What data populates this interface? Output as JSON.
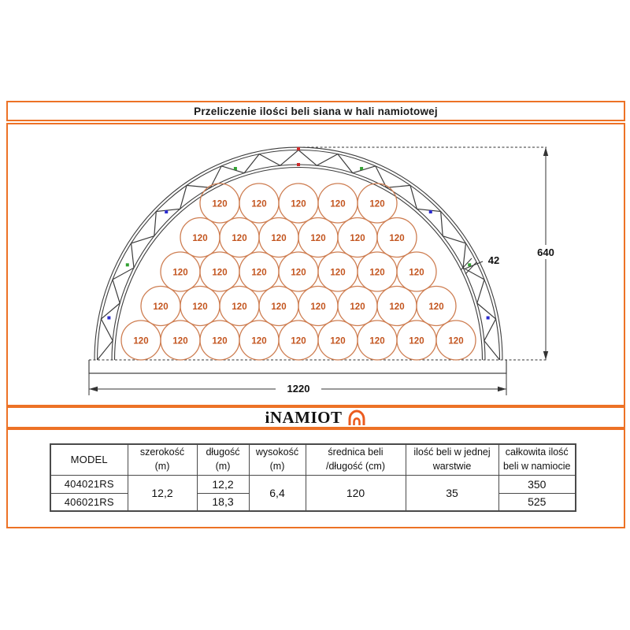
{
  "accent_color": "#ED7226",
  "title_bar": {
    "title": "Przeliczenie ilości beli siana w hali namiotowej"
  },
  "diagram": {
    "bale_label": "120",
    "bale_rows_bottom_up": [
      9,
      8,
      7,
      6,
      5
    ],
    "dimensions": {
      "width": "1220",
      "height": "640",
      "truss_depth": "42"
    },
    "colors": {
      "bale_stroke": "#CE7E52",
      "bale_text": "#C3551F",
      "truss": "#3C3C3C",
      "line": "#333333",
      "marker_red": "#CC2A2A",
      "marker_green": "#33A033",
      "marker_blue": "#2B2BCF"
    }
  },
  "logo": {
    "text": "iNAMIOT",
    "tent_color": "#EB5B1E"
  },
  "table": {
    "headers": [
      {
        "line1": "MODEL",
        "line2": ""
      },
      {
        "line1": "szerokość",
        "line2": "(m)"
      },
      {
        "line1": "długość",
        "line2": "(m)"
      },
      {
        "line1": "wysokość",
        "line2": "(m)"
      },
      {
        "line1": "średnica beli",
        "line2": "/długość (cm)"
      },
      {
        "line1": "ilość beli w jednej",
        "line2": "warstwie"
      },
      {
        "line1": "całkowita ilość",
        "line2": "beli w namiocie"
      }
    ],
    "rows": [
      {
        "model": "404021RS",
        "szerokosc": "12,2",
        "dlugosc": "12,2",
        "wysokosc": "6,4",
        "srednica": "120",
        "beli_w_warstwie": "35",
        "beli_w_namiocie": "350"
      },
      {
        "model": "406021RS",
        "dlugosc": "18,3",
        "beli_w_namiocie": "525"
      }
    ]
  }
}
